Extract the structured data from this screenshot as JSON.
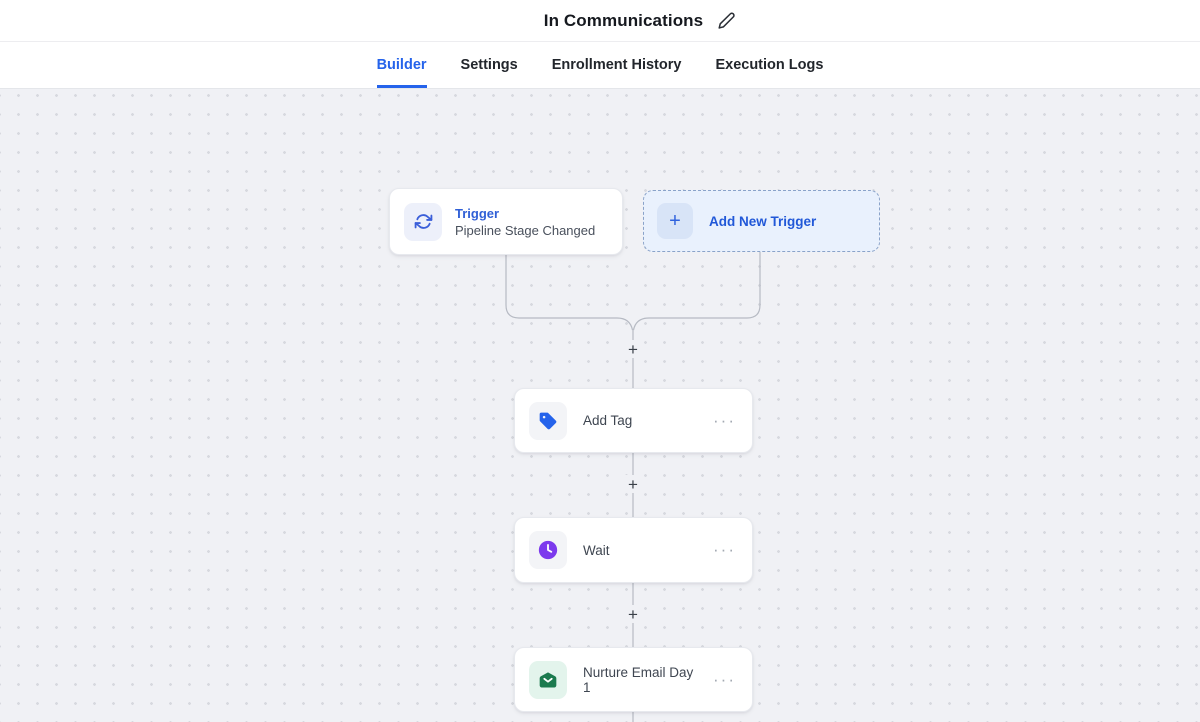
{
  "header": {
    "title": "In Communications"
  },
  "tabs": [
    {
      "label": "Builder",
      "active": true
    },
    {
      "label": "Settings",
      "active": false
    },
    {
      "label": "Enrollment History",
      "active": false
    },
    {
      "label": "Execution Logs",
      "active": false
    }
  ],
  "builder": {
    "trigger_node": {
      "type_label": "Trigger",
      "title": "Pipeline Stage Changed",
      "icon": "sync-icon"
    },
    "add_new_trigger": {
      "label": "Add New Trigger",
      "icon": "plus-icon"
    },
    "actions": [
      {
        "title": "Add Tag",
        "icon": "tag-icon"
      },
      {
        "title": "Wait",
        "icon": "clock-icon"
      },
      {
        "title": "Nurture Email Day 1",
        "icon": "email-open-icon"
      }
    ],
    "add_step_label": "+",
    "more_label": "···"
  },
  "colors": {
    "accent_blue": "#2563eb",
    "trigger_blue": "#2f5fd6",
    "tag_blue": "#2563eb",
    "wait_purple": "#7c3aed",
    "email_green": "#1b7a4e",
    "add_trigger_bg": "#e9f1fd",
    "canvas_background": "#f0f1f5",
    "connector_gray": "#b6bac3"
  }
}
